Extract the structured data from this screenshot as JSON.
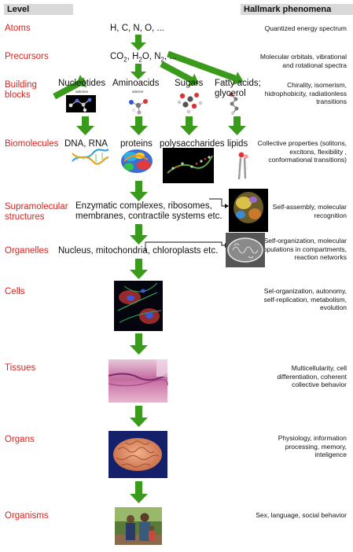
{
  "header": {
    "level": "Level",
    "hallmark": "Hallmark phenomena"
  },
  "levels": [
    {
      "label": "Atoms",
      "phenomena": "Quantized energy spectrum"
    },
    {
      "label": "Precursors",
      "phenomena": "Molecular orbitals, vibrational and rotational spectra"
    },
    {
      "label": "Building blocks",
      "line1": "Building",
      "line2": "blocks",
      "phenomena": "Chirality, isomerism, hidrophobicity, radiationless transitions"
    },
    {
      "label": "Biomolecules",
      "phenomena": "Collective properties (solitons, excitons, flexibility , conformational transitions)"
    },
    {
      "label": "Supramolecular structures",
      "line1": "Supramolecular",
      "line2": "structures",
      "phenomena": "Self-assembly, molecular recognition"
    },
    {
      "label": "Organelles",
      "phenomena": "Self-organization, molecular populations in compartments, reaction networks"
    },
    {
      "label": "Cells",
      "phenomena": "Sel-organization, autonomy, self-replication, metabolism, evolution"
    },
    {
      "label": "Tissues",
      "phenomena": "Multicellularity, cell differentiation, coherent collective behavior"
    },
    {
      "label": "Organs",
      "phenomena": "Physiology, information processing, memory, inteligence"
    },
    {
      "label": "Organisms",
      "phenomena": "Sex, language, social behavior"
    }
  ],
  "atoms_text": "H, C, N, O, ...",
  "precursors": {
    "co": "CO",
    "h": "H",
    "o": "O, N",
    "rest": ", ...",
    "sub": "2"
  },
  "building_blocks": {
    "nucleotides": "Nucleotides",
    "aminoacids": "Aminoacids",
    "sugars": "Sugars",
    "fatty": "Fatty acids;",
    "glycerol": "glycerol",
    "adenine": "adenine",
    "alanine": "alanine"
  },
  "biomolecules": {
    "dna": "DNA, RNA",
    "proteins": "proteins",
    "poly": "polysaccharides",
    "lipids": "lipids"
  },
  "supramolecular": {
    "line1": "Enzymatic complexes, ribosomes,",
    "line2": "membranes, contractile systems etc."
  },
  "organelles_text": "Nucleus, mitochondria, chloroplasts etc.",
  "colors": {
    "arrow": "#3a9a1c",
    "level": "#e0201b",
    "header_bg": "#d9d9d9"
  }
}
